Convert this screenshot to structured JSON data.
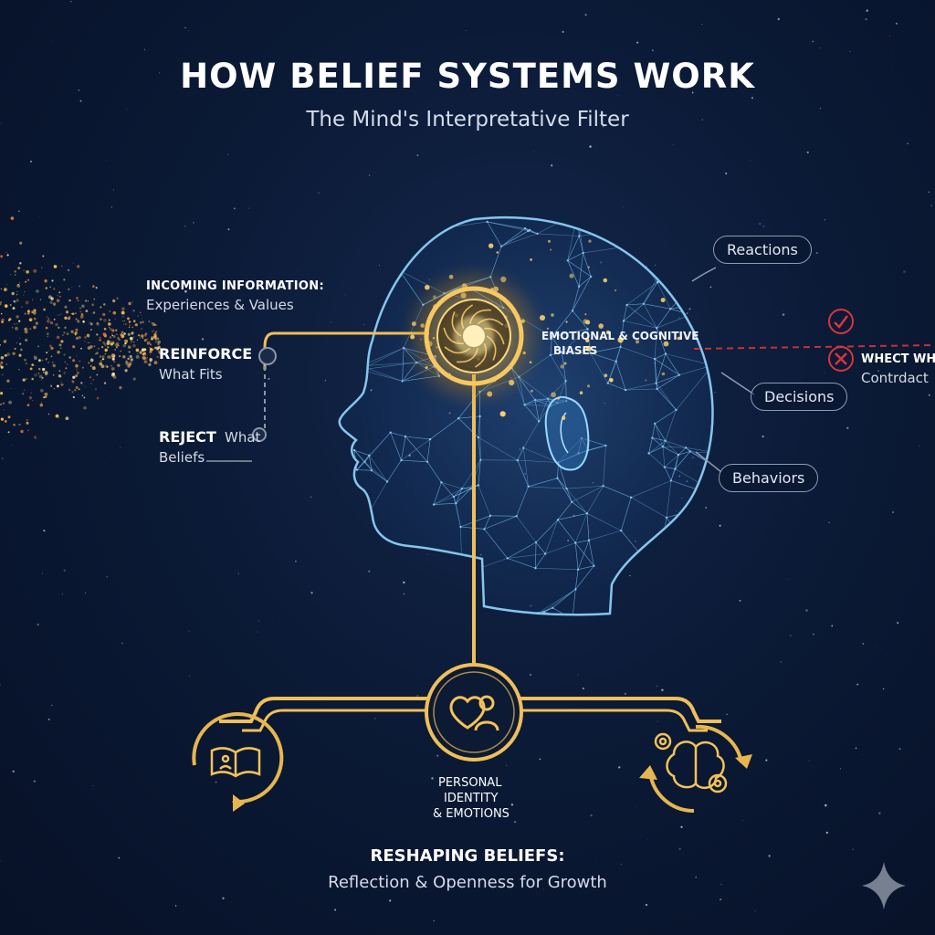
{
  "header": {
    "title": "HOW BELIEF SYSTEMS WORK",
    "subtitle": "The Mind's Interpretative Filter"
  },
  "left_panel": {
    "incoming_heading": "INCOMING INFORMATION:",
    "incoming_sub": "Experiences & Values",
    "reinforce_bold": "REINFORCE",
    "reinforce_rest": "What Fits",
    "reject_bold": "REJECT",
    "reject_rest": "What",
    "reject_line2": "Beliefs"
  },
  "filter": {
    "label_line1": "EMOTIONAL & COGNITIVE",
    "label_line2": "BIASES"
  },
  "outputs": {
    "reactions": "Reactions",
    "decisions": "Decisions",
    "behaviors": "Behaviors"
  },
  "right_panel": {
    "reject_line1": "WHECT WH",
    "reject_line2": "Contrdact"
  },
  "bottom": {
    "identity_line1": "PERSONAL",
    "identity_line2": "IDENTITY",
    "identity_line3": "& EMOTIONS",
    "reshaping_heading": "RESHAPING BELIEFS:",
    "reshaping_sub": "Reflection & Openness for Growth"
  },
  "colors": {
    "gold": "#f3c25a",
    "glow": "#ffe7a0",
    "mesh": "#6fb6e8",
    "reject_red": "#d8353f"
  },
  "icons": [
    "check-icon",
    "x-icon",
    "book-icon",
    "heart-person-icon",
    "brain-gears-icon",
    "sparkle-icon"
  ]
}
